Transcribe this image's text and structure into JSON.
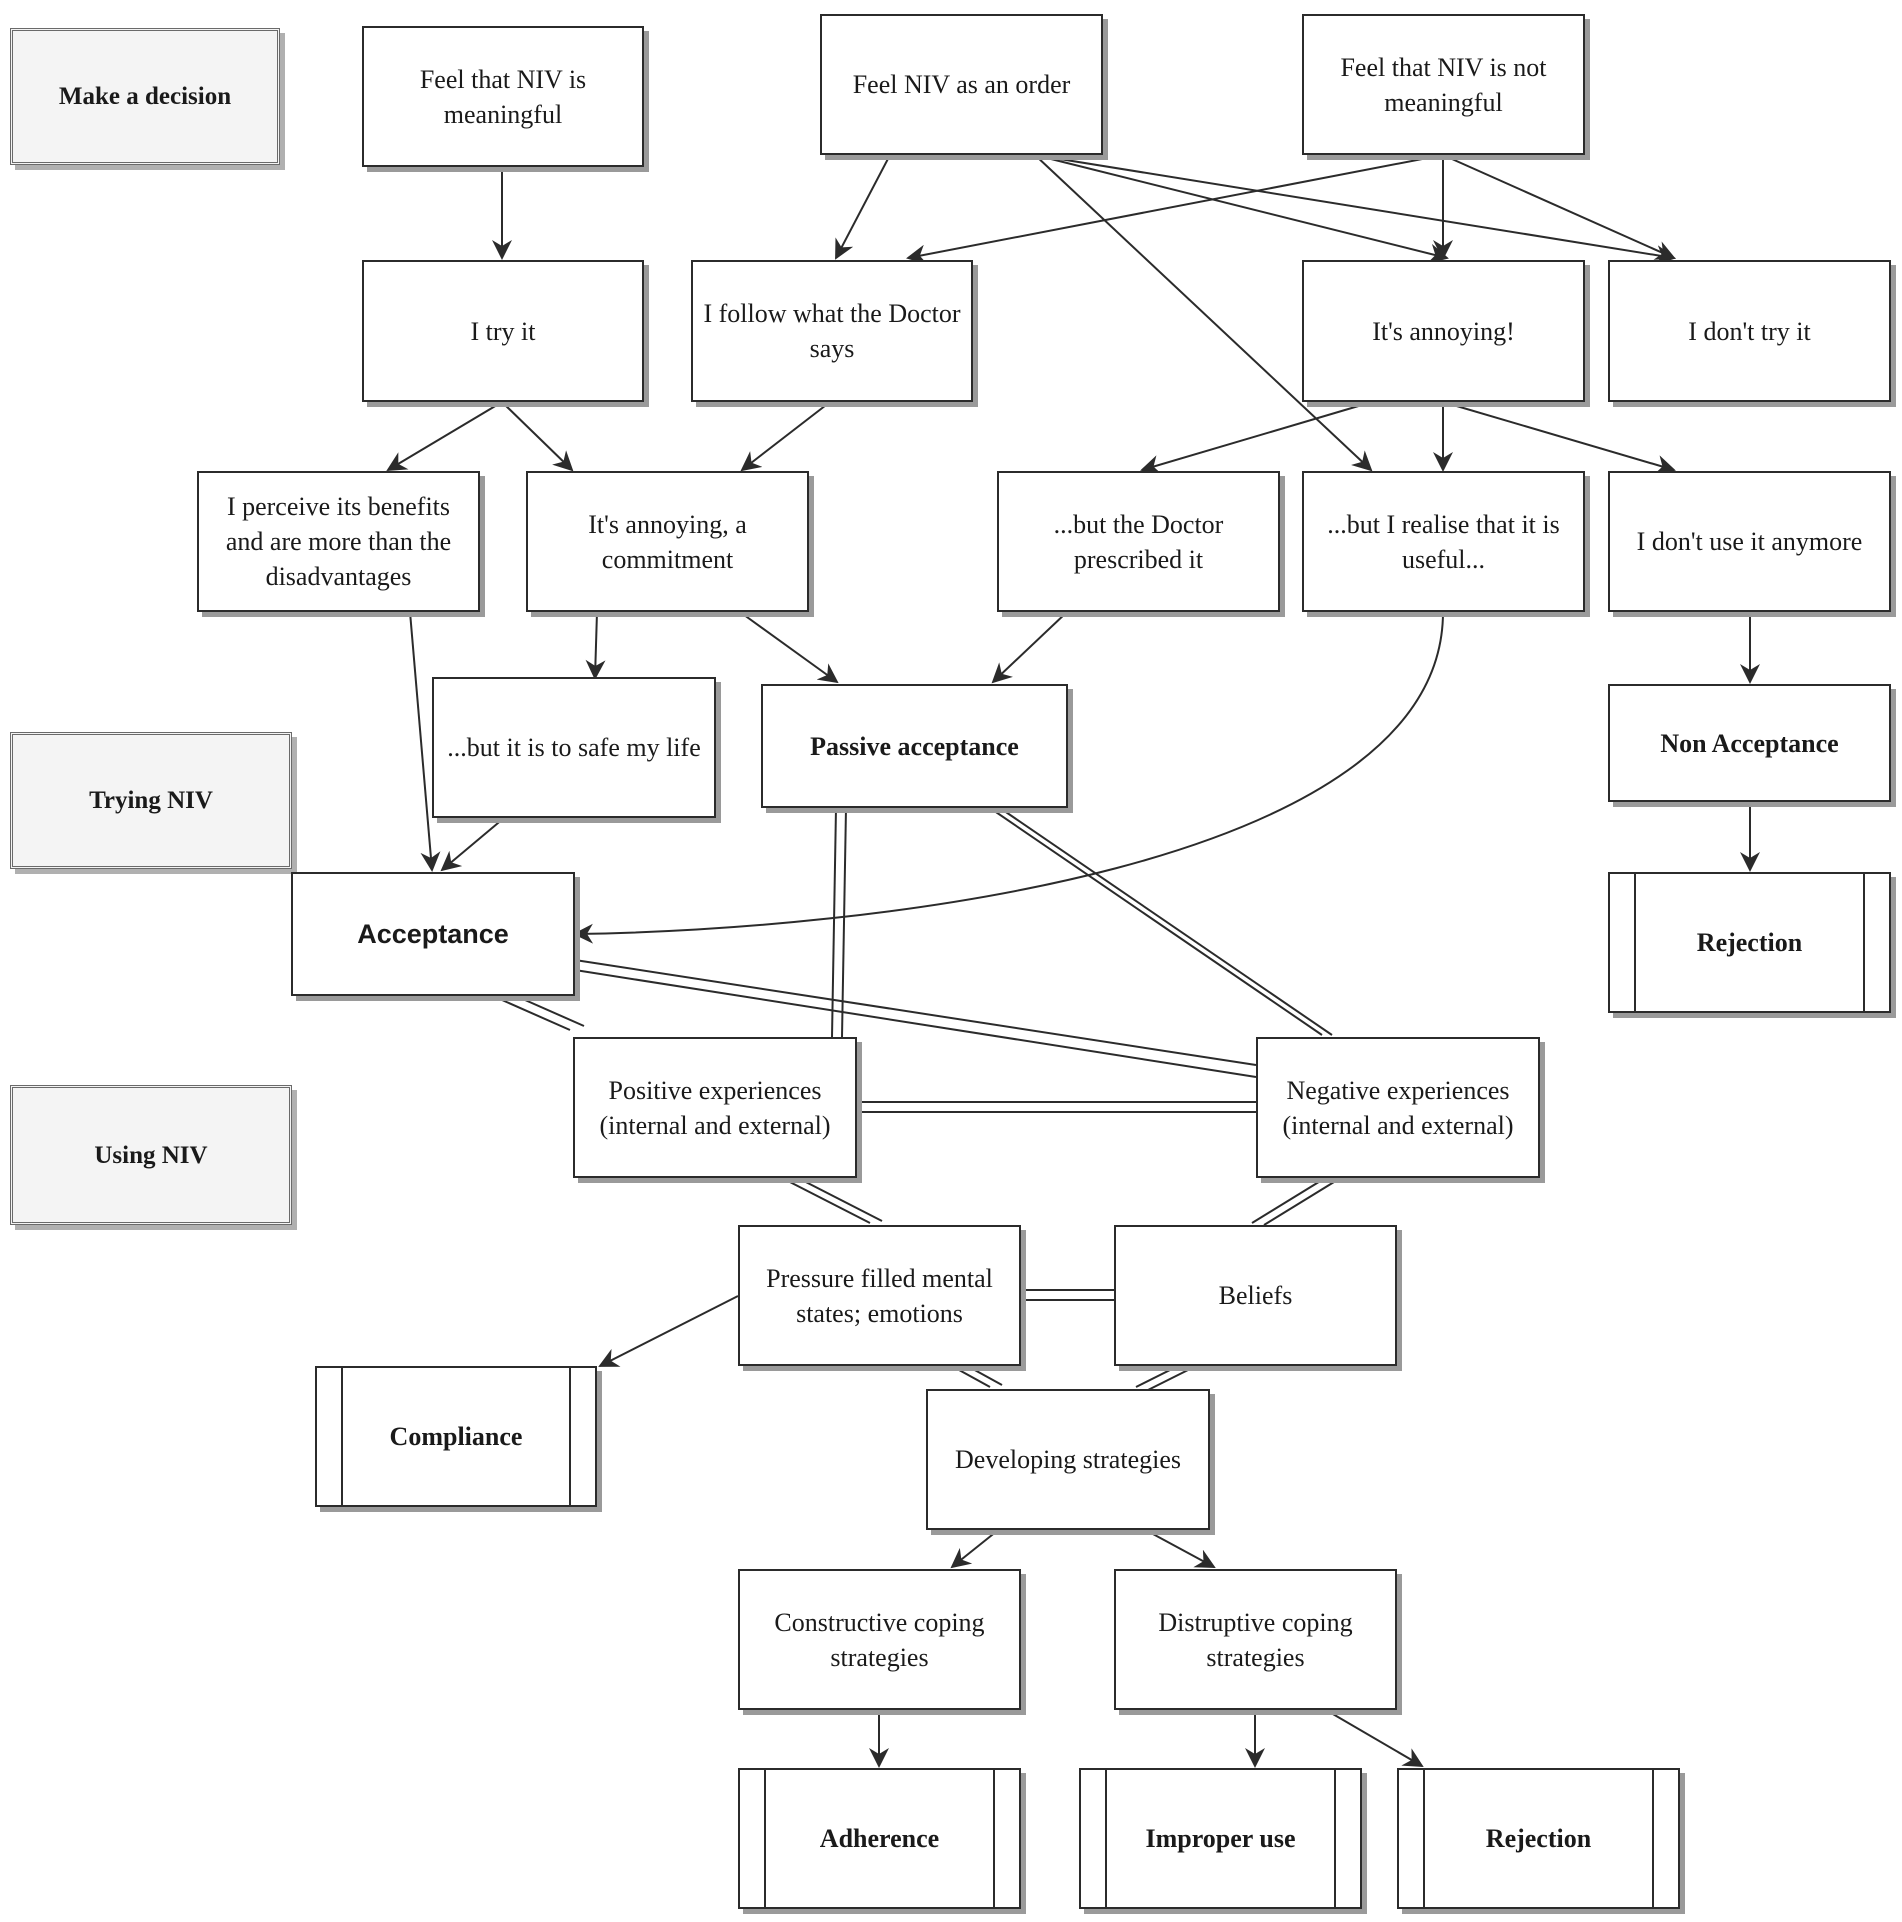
{
  "stages": {
    "decision": "Make a decision",
    "trying": "Trying NIV",
    "using": "Using NIV"
  },
  "nodes": {
    "meaningful": "Feel that NIV is meaningful",
    "order": "Feel NIV as an order",
    "not_meaningful": "Feel that NIV is not meaningful",
    "try_it": "I try it",
    "follow_doctor": "I follow what the Doctor says",
    "annoying": "It's annoying!",
    "dont_try": "I don't try it",
    "perceive_benefits": "I perceive its benefits and are more than the disadvantages",
    "annoying_commitment": "It's annoying, a commitment",
    "doctor_prescribed": "...but the Doctor prescribed it",
    "realise_useful": "...but I realise that it is useful...",
    "dont_use": "I don't use it anymore",
    "safe_life": "...but it is to safe my life",
    "passive_acceptance": "Passive acceptance",
    "non_acceptance": "Non Acceptance",
    "acceptance": "Acceptance",
    "rejection_top": "Rejection",
    "positive_exp": "Positive experiences (internal and external)",
    "negative_exp": "Negative experiences (internal and external)",
    "pressure": "Pressure filled mental states; emotions",
    "beliefs": "Beliefs",
    "compliance": "Compliance",
    "developing": "Developing strategies",
    "constructive": "Constructive coping strategies",
    "disruptive": "Distruptive coping strategies",
    "adherence": "Adherence",
    "improper": "Improper use",
    "rejection_bottom": "Rejection"
  },
  "colors": {
    "line": "#2b2b2b",
    "shadow": "#9a9a9a",
    "stage_fill": "#f4f4f4"
  }
}
